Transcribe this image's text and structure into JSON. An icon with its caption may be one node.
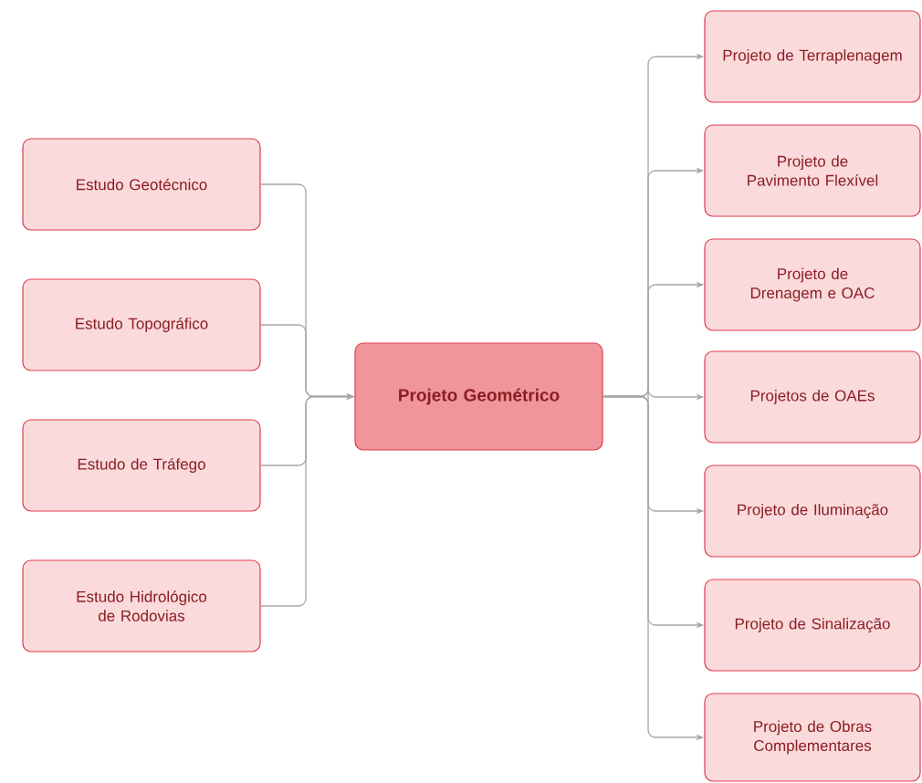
{
  "diagram": {
    "nodes": [
      {
        "text": [
          "Estudo Geotécnico"
        ]
      },
      {
        "text": [
          "Estudo Topográfico"
        ]
      },
      {
        "text": [
          "Estudo de Tráfego"
        ]
      },
      {
        "text": [
          "Estudo Hidrológico de Rodovias"
        ]
      },
      {
        "text": [
          "Projeto Geométrico"
        ]
      },
      {
        "text": [
          "Projeto de Terraplenagem"
        ]
      },
      {
        "text": [
          "Projeto de Pavimento Flexível"
        ]
      },
      {
        "text": [
          "Projeto de Drenagem e OAC"
        ]
      },
      {
        "text": [
          "Projetos de OAEs"
        ]
      },
      {
        "text": [
          "Projeto de Iluminação"
        ]
      },
      {
        "text": [
          "Projeto de Sinalização"
        ]
      },
      {
        "text": [
          "Projeto de Obras Complementares"
        ]
      }
    ],
    "edges": [
      {
        "from": 0,
        "to": 4,
        "arrow": "to"
      },
      {
        "from": 1,
        "to": 4,
        "arrow": "to"
      },
      {
        "from": 2,
        "to": 4,
        "arrow": "to"
      },
      {
        "from": 3,
        "to": 4,
        "arrow": "to"
      },
      {
        "from": 4,
        "to": 5,
        "arrow": "to"
      },
      {
        "from": 4,
        "to": 6,
        "arrow": "to"
      },
      {
        "from": 4,
        "to": 7,
        "arrow": "to"
      },
      {
        "from": 4,
        "to": 8,
        "arrow": "to"
      },
      {
        "from": 4,
        "to": 9,
        "arrow": "to"
      },
      {
        "from": 4,
        "to": 10,
        "arrow": "to"
      },
      {
        "from": 4,
        "to": 11,
        "arrow": "to"
      }
    ]
  }
}
